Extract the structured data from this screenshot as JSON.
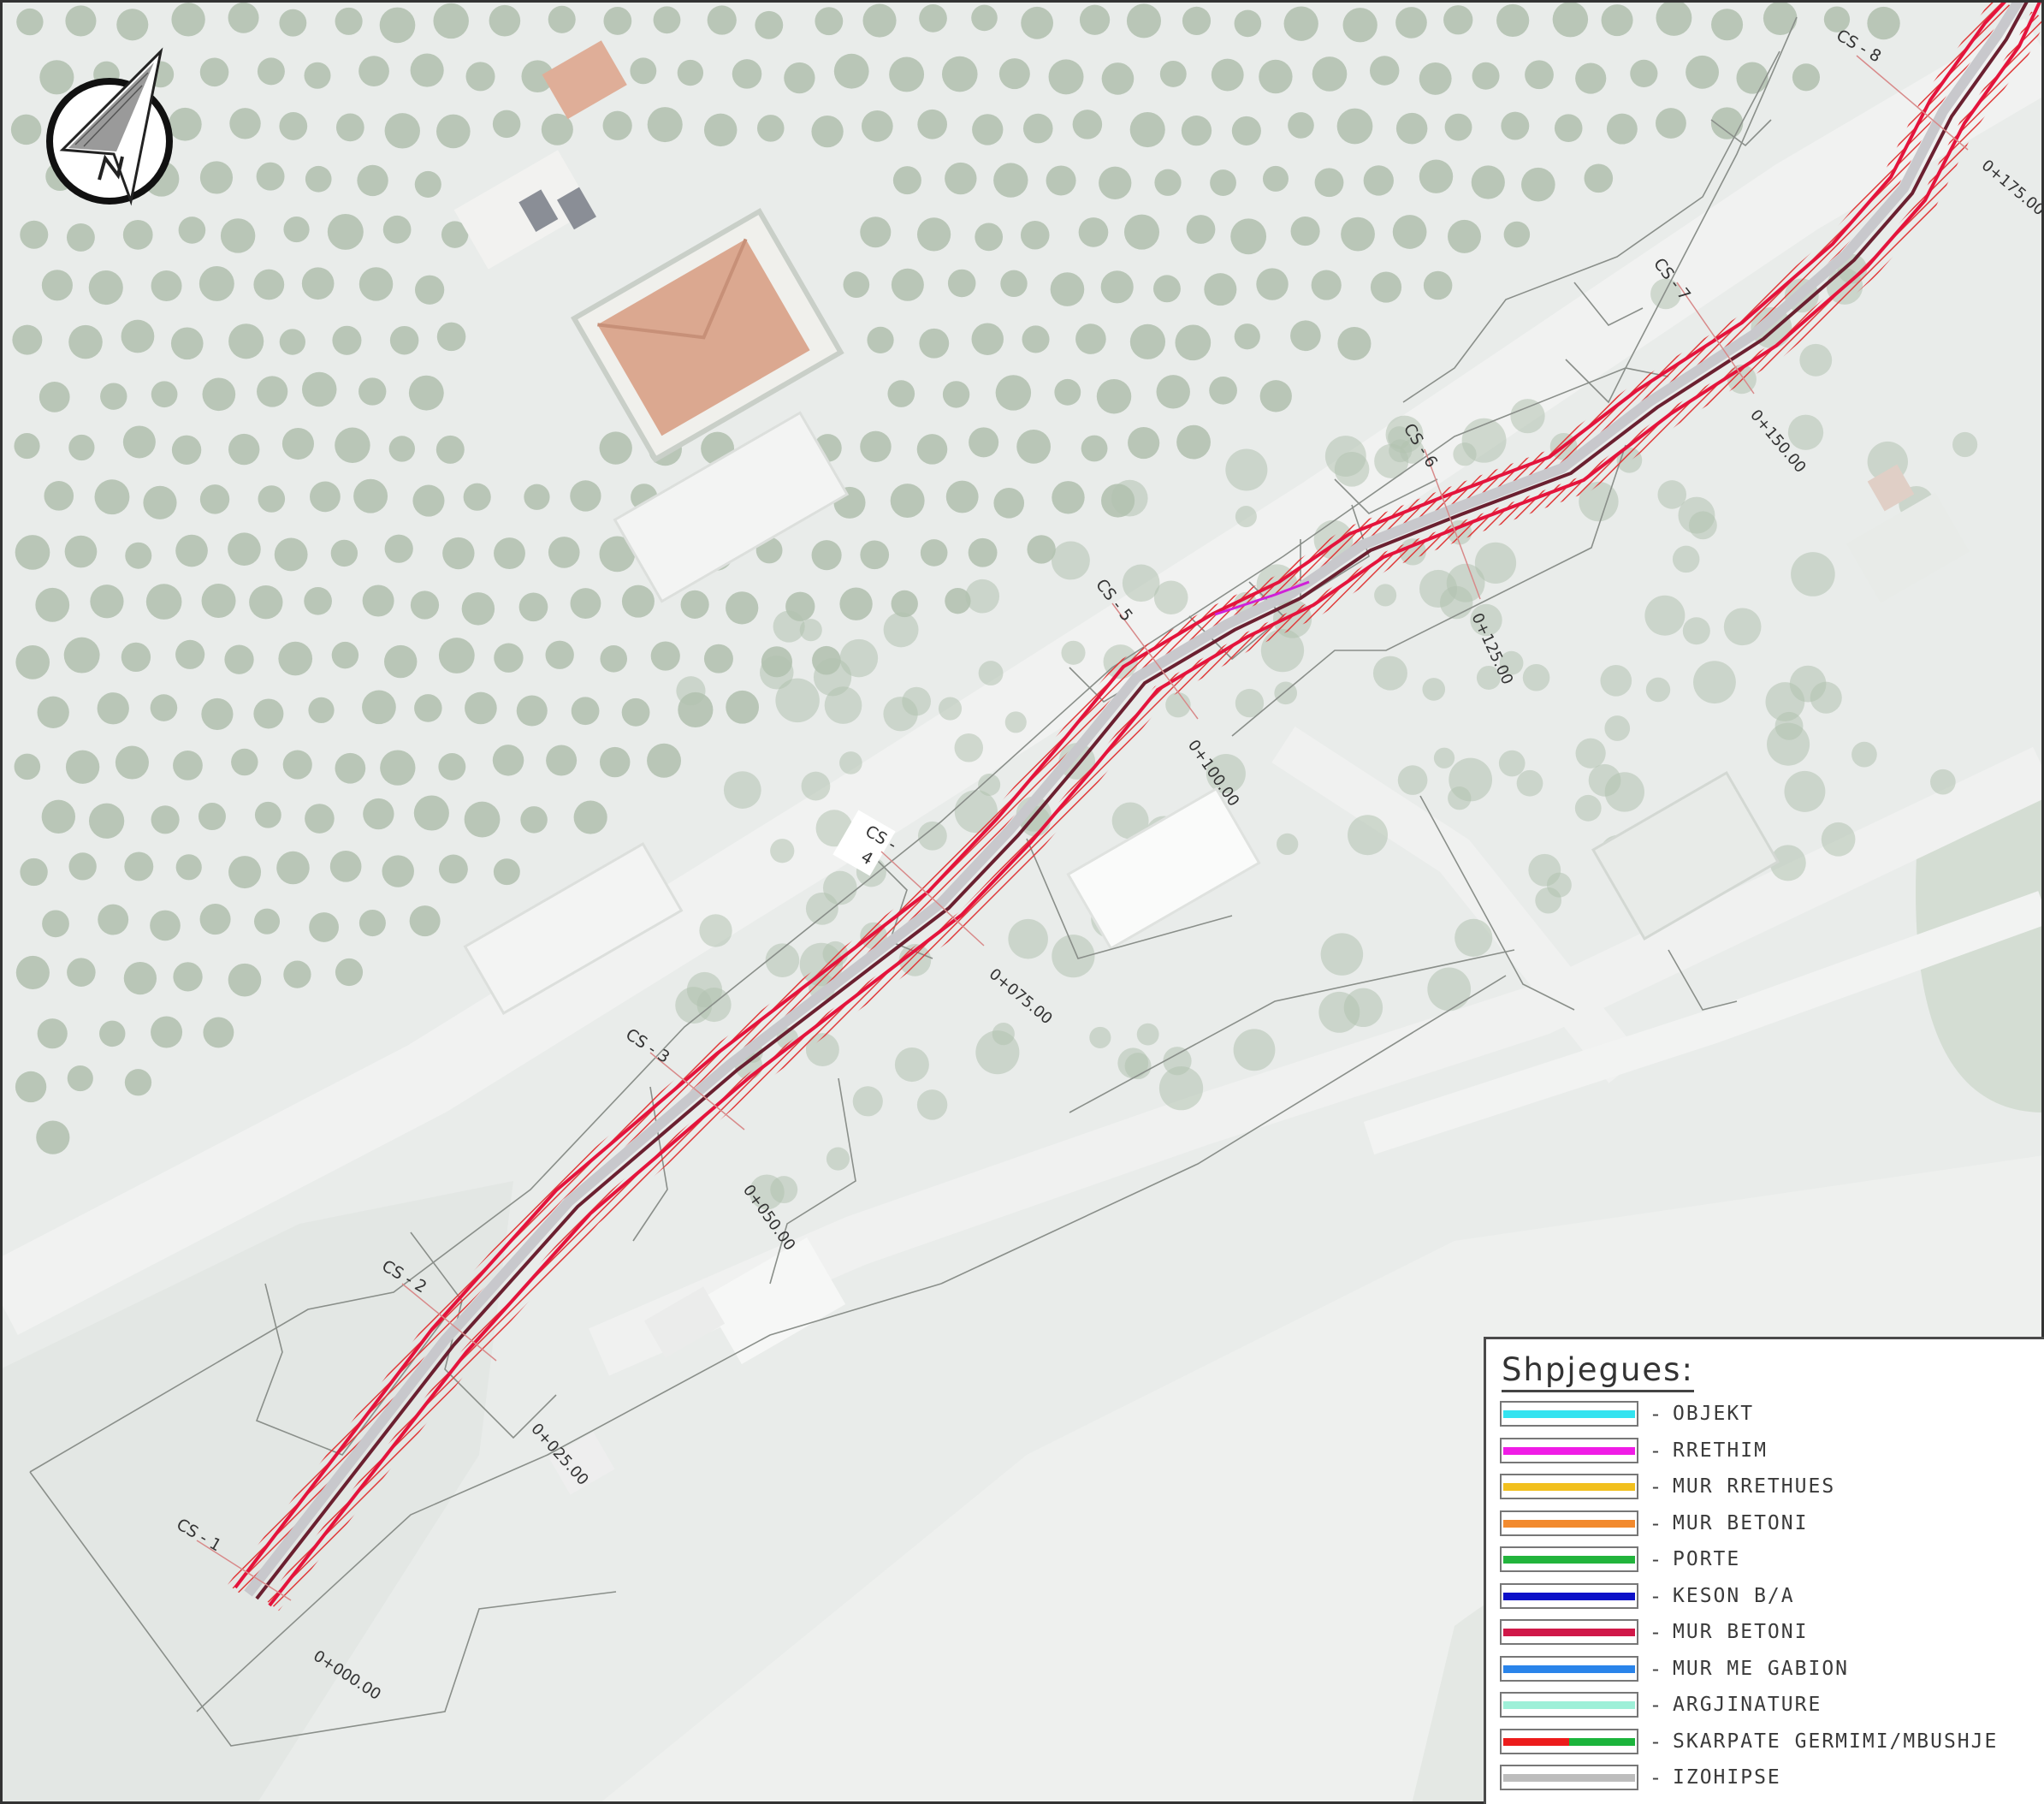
{
  "colors": {
    "background": "#e9ecea",
    "tree": "#a8baa6",
    "alignment": "#e4143c",
    "hatch": "#e03a3a",
    "centerline": "#6a2030"
  },
  "map": {
    "north_arrow": "north-arrow-icon",
    "cross_sections": [
      {
        "label": "CS - 1"
      },
      {
        "label": "CS - 2"
      },
      {
        "label": "CS - 3"
      },
      {
        "label": "CS -"
      },
      {
        "label": "CS - 5"
      },
      {
        "label": "CS - 6"
      },
      {
        "label": "CS - 7"
      },
      {
        "label": "CS - 8"
      }
    ],
    "cs4_second_line": "4",
    "chainages": [
      {
        "label": "0+000.00"
      },
      {
        "label": "0+025.00"
      },
      {
        "label": "0+050.00"
      },
      {
        "label": "0+075.00"
      },
      {
        "label": "0+100.00"
      },
      {
        "label": "0+125.00"
      },
      {
        "label": "0+150.00"
      },
      {
        "label": "0+175.00"
      }
    ]
  },
  "legend": {
    "title": "Shpjegues:",
    "items": [
      {
        "label": "OBJEKT",
        "color": "#33e3f0"
      },
      {
        "label": "RRETHIM",
        "color": "#f01ce6"
      },
      {
        "label": "MUR RRETHUES",
        "color": "#f2c01e"
      },
      {
        "label": "MUR BETONI",
        "color": "#f28a2e"
      },
      {
        "label": "PORTE",
        "color": "#22b43c"
      },
      {
        "label": "KESON B/A",
        "color": "#0c10c8"
      },
      {
        "label": "MUR BETONI",
        "color": "#d01848"
      },
      {
        "label": "MUR ME GABION",
        "color": "#2a84ea"
      },
      {
        "label": "ARGJINATURE",
        "color": "#9ef0d8"
      },
      {
        "label": "SKARPATE GERMIMI/MBUSHJE",
        "color": "#ec1c1c",
        "color2": "#1cb43c"
      },
      {
        "label": "IZOHIPSE",
        "color": "#bdbdbd"
      }
    ]
  }
}
